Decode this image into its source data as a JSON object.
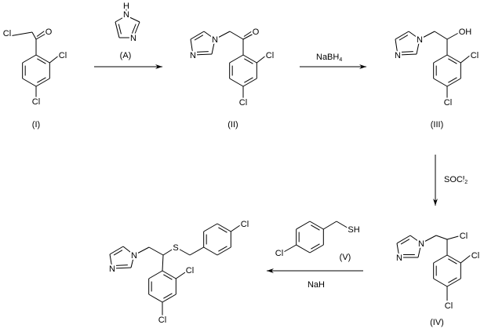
{
  "compounds": {
    "I": {
      "label": "(I)",
      "atoms": {
        "cl_chain": "Cl",
        "o": "O",
        "cl_ortho": "Cl",
        "cl_para": "Cl"
      }
    },
    "A": {
      "label": "(A)",
      "atoms": {
        "h": "H",
        "n1": "N",
        "n3": "N"
      }
    },
    "II": {
      "label": "(II)",
      "atoms": {
        "n1": "N",
        "n3": "N",
        "o": "O",
        "cl_ortho": "Cl",
        "cl_para": "Cl"
      }
    },
    "III": {
      "label": "(III)",
      "atoms": {
        "n1": "N",
        "n3": "N",
        "oh": "OH",
        "cl_ortho": "Cl",
        "cl_para": "Cl"
      }
    },
    "IV": {
      "label": "(IV)",
      "atoms": {
        "n1": "N",
        "n3": "N",
        "cl_chain": "Cl",
        "cl_ortho": "Cl",
        "cl_para": "Cl"
      }
    },
    "V": {
      "label": "(V)",
      "atoms": {
        "sh": "SH",
        "cl": "Cl"
      }
    },
    "product": {
      "atoms": {
        "n1": "N",
        "n3": "N",
        "s": "S",
        "cl_benzyl": "Cl",
        "cl_ortho": "Cl",
        "cl_para": "Cl"
      }
    }
  },
  "reagents": {
    "step1": "",
    "step2": {
      "main": "NaBH",
      "sub": "4"
    },
    "step3": {
      "main": "SOCl",
      "sub": "2"
    },
    "step4": "NaH"
  }
}
